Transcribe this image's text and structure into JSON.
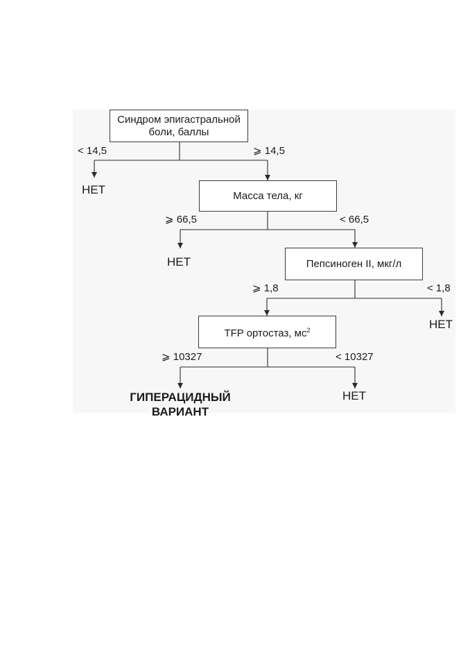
{
  "nodes": {
    "n1": {
      "line1": "Синдром эпигастральной",
      "line2": "боли, баллы"
    },
    "n2": {
      "text": "Масса тела, кг"
    },
    "n3": {
      "text": "Пепсиноген II, мкг/л"
    },
    "n4": {
      "text": "TFP ортостаз, мс",
      "sup": "2"
    }
  },
  "edges": {
    "n1_left": "< 14,5",
    "n1_right": "⩾ 14,5",
    "n2_left": "⩾ 66,5",
    "n2_right": "< 66,5",
    "n3_left": "⩾ 1,8",
    "n3_right": "< 1,8",
    "n4_left": "⩾ 10327",
    "n4_right": "< 10327"
  },
  "outcomes": {
    "no1": "НЕТ",
    "no2": "НЕТ",
    "no3": "НЕТ",
    "no4": "НЕТ",
    "final_line1": "ГИПЕРАЦИДНЫЙ",
    "final_line2": "ВАРИАНТ"
  }
}
